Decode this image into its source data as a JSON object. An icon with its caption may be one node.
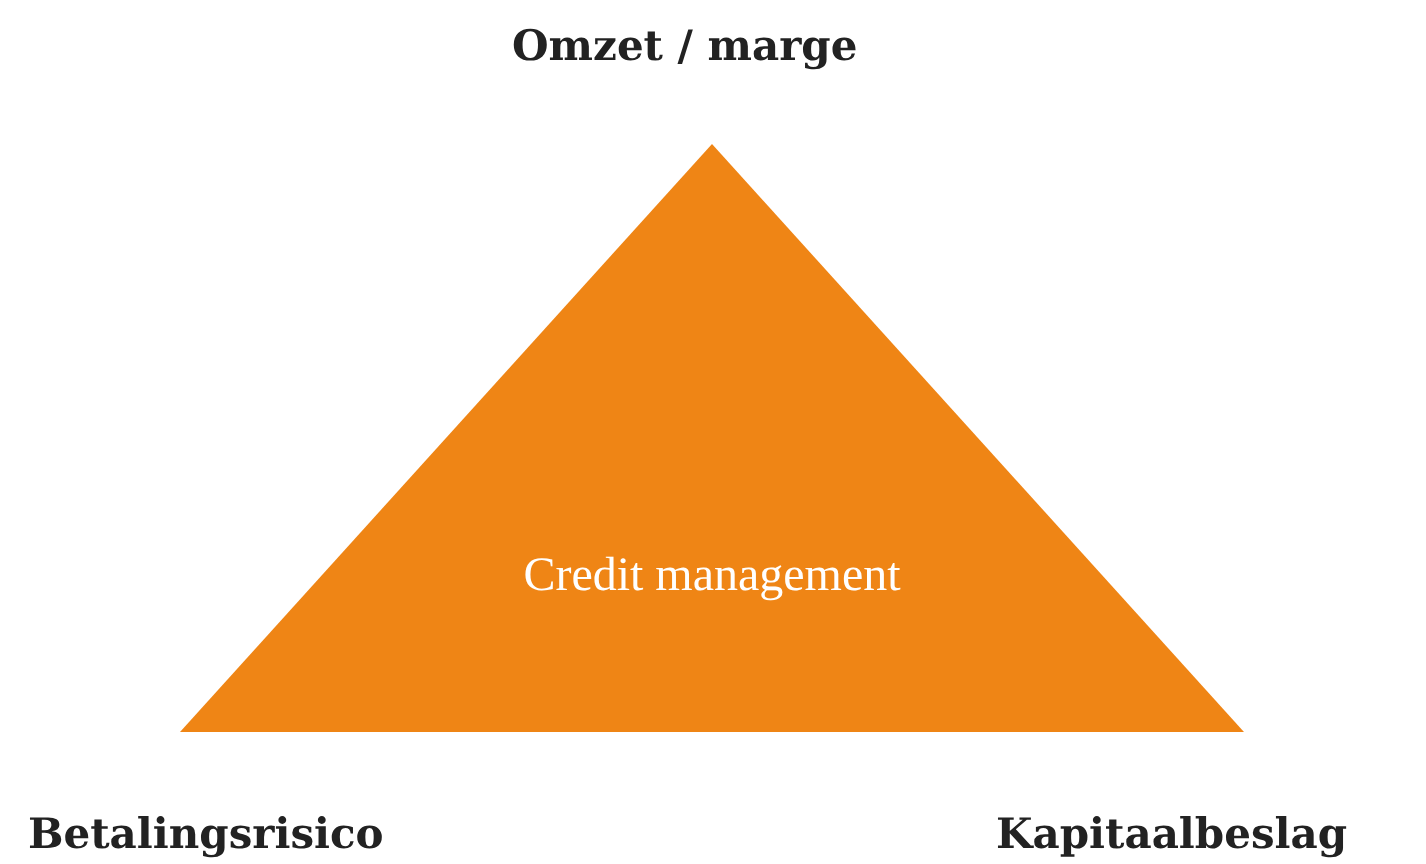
{
  "diagram": {
    "nodes": [
      {
        "text": [
          "Credit management"
        ]
      }
    ],
    "labels": [
      "Omzet / marge",
      "Betalingsrisico",
      "Kapitaalbeslag"
    ]
  }
}
